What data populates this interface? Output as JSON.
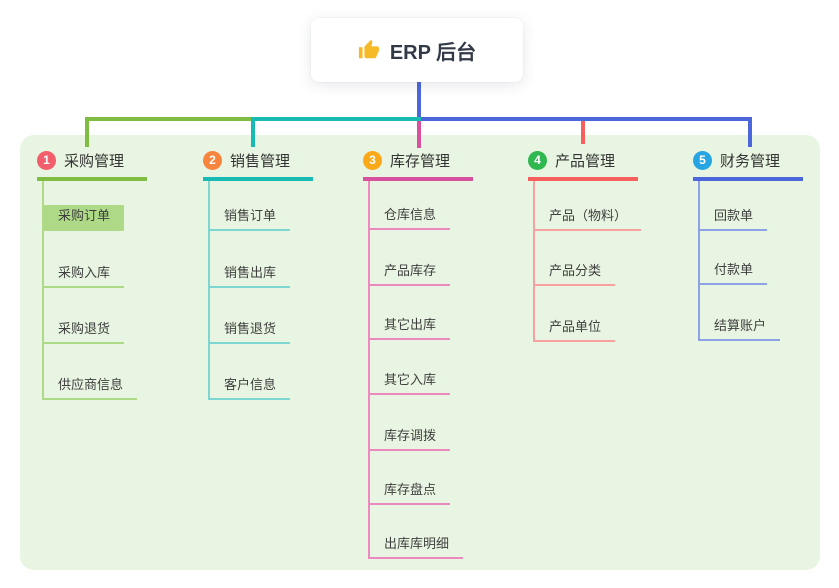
{
  "root": {
    "label": "ERP 后台",
    "icon": "thumbs-up-icon"
  },
  "palette": {
    "panel_bg": "#e8f5e2",
    "root_stem_blue": "#4c66db",
    "branch_lines": [
      "#7ebc42",
      "#19b9b4",
      "#d8519e",
      "#f75e5e",
      "#4c66db"
    ],
    "branch_child_lines": [
      "#aeda87",
      "#7dd6d0",
      "#ec89bf",
      "#f9a0a0",
      "#8ca2e4"
    ],
    "badge_colors": [
      "#f25e6b",
      "#f8853e",
      "#fba919",
      "#2fb750",
      "#27a5e2"
    ]
  },
  "branches": [
    {
      "num": "1",
      "label": "采购管理",
      "children": [
        "采购订单",
        "采购入库",
        "采购退货",
        "供应商信息"
      ]
    },
    {
      "num": "2",
      "label": "销售管理",
      "children": [
        "销售订单",
        "销售出库",
        "销售退货",
        "客户信息"
      ]
    },
    {
      "num": "3",
      "label": "库存管理",
      "children": [
        "仓库信息",
        "产品库存",
        "其它出库",
        "其它入库",
        "库存调拨",
        "库存盘点",
        "出库库明细"
      ]
    },
    {
      "num": "4",
      "label": "产品管理",
      "children": [
        "产品（物料）",
        "产品分类",
        "产品单位"
      ]
    },
    {
      "num": "5",
      "label": "财务管理",
      "children": [
        "回款单",
        "付款单",
        "结算账户"
      ]
    }
  ]
}
